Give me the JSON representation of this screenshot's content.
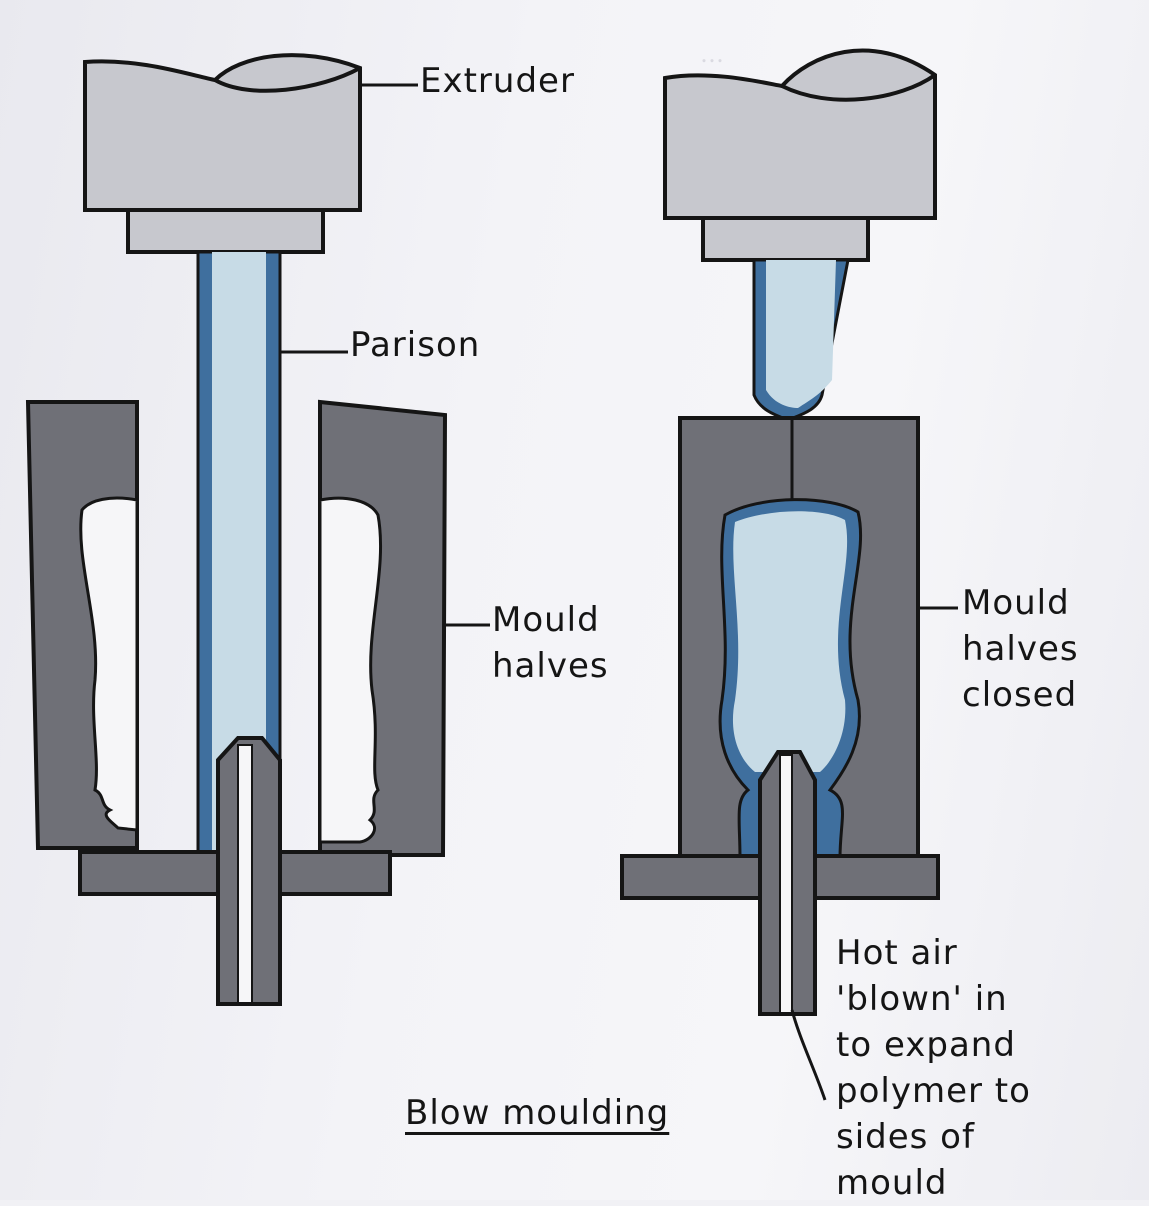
{
  "labels": {
    "extruder": "Extruder",
    "parison": "Parison",
    "mould_halves": "Mould\nhalves",
    "mould_halves_closed": "Mould\nhalves\nclosed",
    "hot_air": "Hot air\n'blown' in\nto expand\npolymer to\nsides of\nmould",
    "title": "Blow moulding"
  },
  "colors": {
    "body_grey": "#c7c8ce",
    "dark_grey": "#6f7077",
    "parison_light": "#c7dbe6",
    "parison_edge": "#3f6f9e",
    "cavity": "#f6f6f8",
    "outline": "#151515"
  }
}
